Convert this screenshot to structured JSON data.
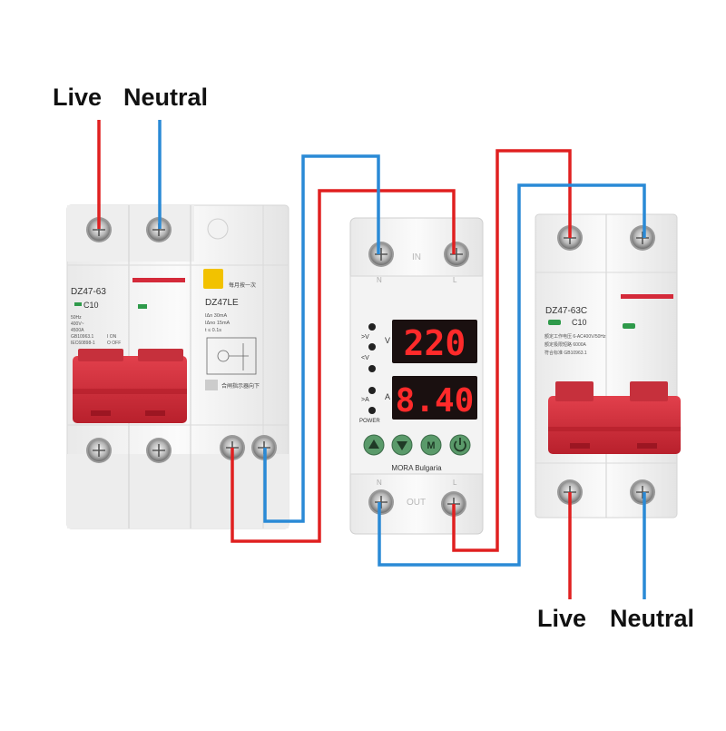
{
  "labels": {
    "live_in": "Live",
    "neutral_in": "Neutral",
    "live_out": "Live",
    "neutral_out": "Neutral"
  },
  "breaker_left": {
    "model": "DZ47-63",
    "rating": "C10",
    "spec_lines": [
      "50Hz",
      "400V~",
      "4500A",
      "GB10963.1",
      "IEC60898-1"
    ],
    "on_off": [
      "I ON",
      "O OFF"
    ]
  },
  "rcd_module": {
    "model": "DZ47LE",
    "test_note": "每月按一次",
    "spec_lines": [
      "IΔn 30mA",
      "IΔno 15mA",
      "t ≤ 0.1s"
    ],
    "footer": "合闸指示器向下"
  },
  "relay": {
    "voltage_reading": "220",
    "current_reading": "8.40",
    "indicators": [
      ">V",
      "<V",
      ">A",
      "POWER"
    ],
    "unit_v": "V",
    "unit_a": "A",
    "buttons": [
      "up-arrow",
      "down-arrow",
      "M",
      "power"
    ],
    "brand": "MORA Bulgaria",
    "top_terminals": [
      "N",
      "L"
    ],
    "bottom_terminals": [
      "N",
      "L"
    ],
    "in_label": "IN",
    "out_label": "OUT"
  },
  "breaker_right": {
    "model": "DZ47-63C",
    "rating": "C10",
    "spec_lines": [
      "额定工作电压 6-AC400V/50Hz",
      "额定极限短路 6000A",
      "符合标准 GB10963.1"
    ]
  },
  "colors": {
    "live_wire": "#e02020",
    "neutral_wire": "#2a8ad6",
    "handle_red": "#d42a3a",
    "display_bg": "#1a1010",
    "display_digit": "#ff2a2a",
    "button_green": "#5a9a6a"
  }
}
